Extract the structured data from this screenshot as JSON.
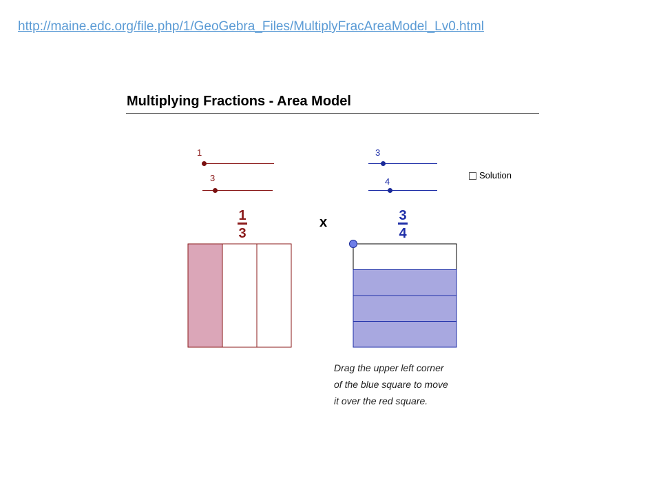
{
  "header": {
    "url": "http://maine.edc.org/file.php/1/GeoGebra_Files/MultiplyFracAreaModel_Lv0.html",
    "title": "Multiplying Fractions - Area Model"
  },
  "red_fraction": {
    "numerator_slider_value": "1",
    "denominator_slider_value": "3",
    "numerator": "1",
    "denominator": "3",
    "shaded_columns": 1,
    "total_columns": 3,
    "stroke_color": "#8b1a1a",
    "fill_color": "#dba6b8"
  },
  "operator": "x",
  "blue_fraction": {
    "numerator_slider_value": "3",
    "denominator_slider_value": "4",
    "numerator": "3",
    "denominator": "4",
    "shaded_rows": 3,
    "total_rows": 4,
    "stroke_color": "#1f2fa8",
    "fill_color": "#a8a8e0",
    "handle_color": "#6f7fe8"
  },
  "solution": {
    "label": "Solution",
    "checked": false
  },
  "instructions": [
    "Drag the upper left corner",
    "of the blue square to move",
    "it over the red square."
  ]
}
